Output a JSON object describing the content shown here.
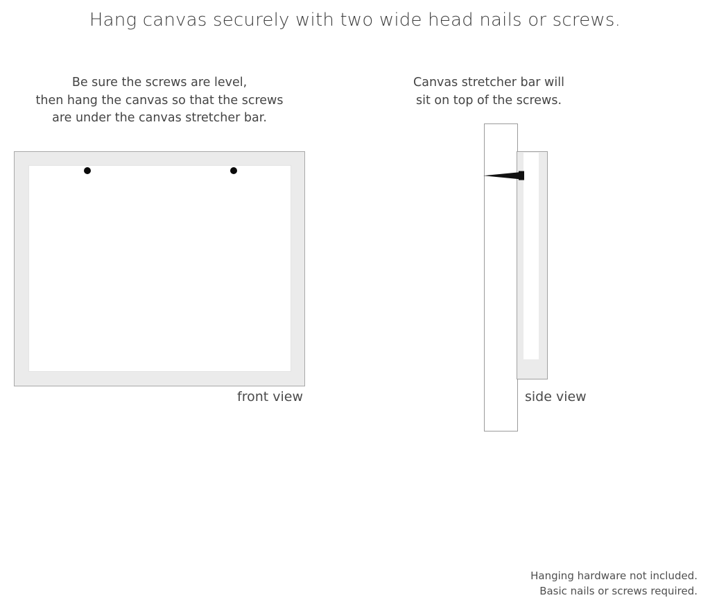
{
  "title": "Hang canvas securely with two wide head nails or screws.",
  "captions": {
    "left": {
      "line1": "Be sure the screws are level,",
      "line2": "then hang the canvas so that the screws",
      "line3": "are under the canvas stretcher bar."
    },
    "right": {
      "line1": "Canvas stretcher bar will",
      "line2": "sit on top of the screws."
    }
  },
  "diagrams": {
    "front": {
      "label": "front view",
      "screw_count": 2,
      "frame_color": "#ebebeb",
      "inner_color": "#ffffff",
      "screw_color": "#0a0a0a"
    },
    "side": {
      "label": "side view",
      "wall_color": "#ffffff",
      "canvas_color": "#ebebeb",
      "stretcher_bar_color": "#ffffff",
      "screw_color": "#111111"
    }
  },
  "footer": {
    "line1": "Hanging hardware not included.",
    "line2": "Basic nails or screws required."
  }
}
